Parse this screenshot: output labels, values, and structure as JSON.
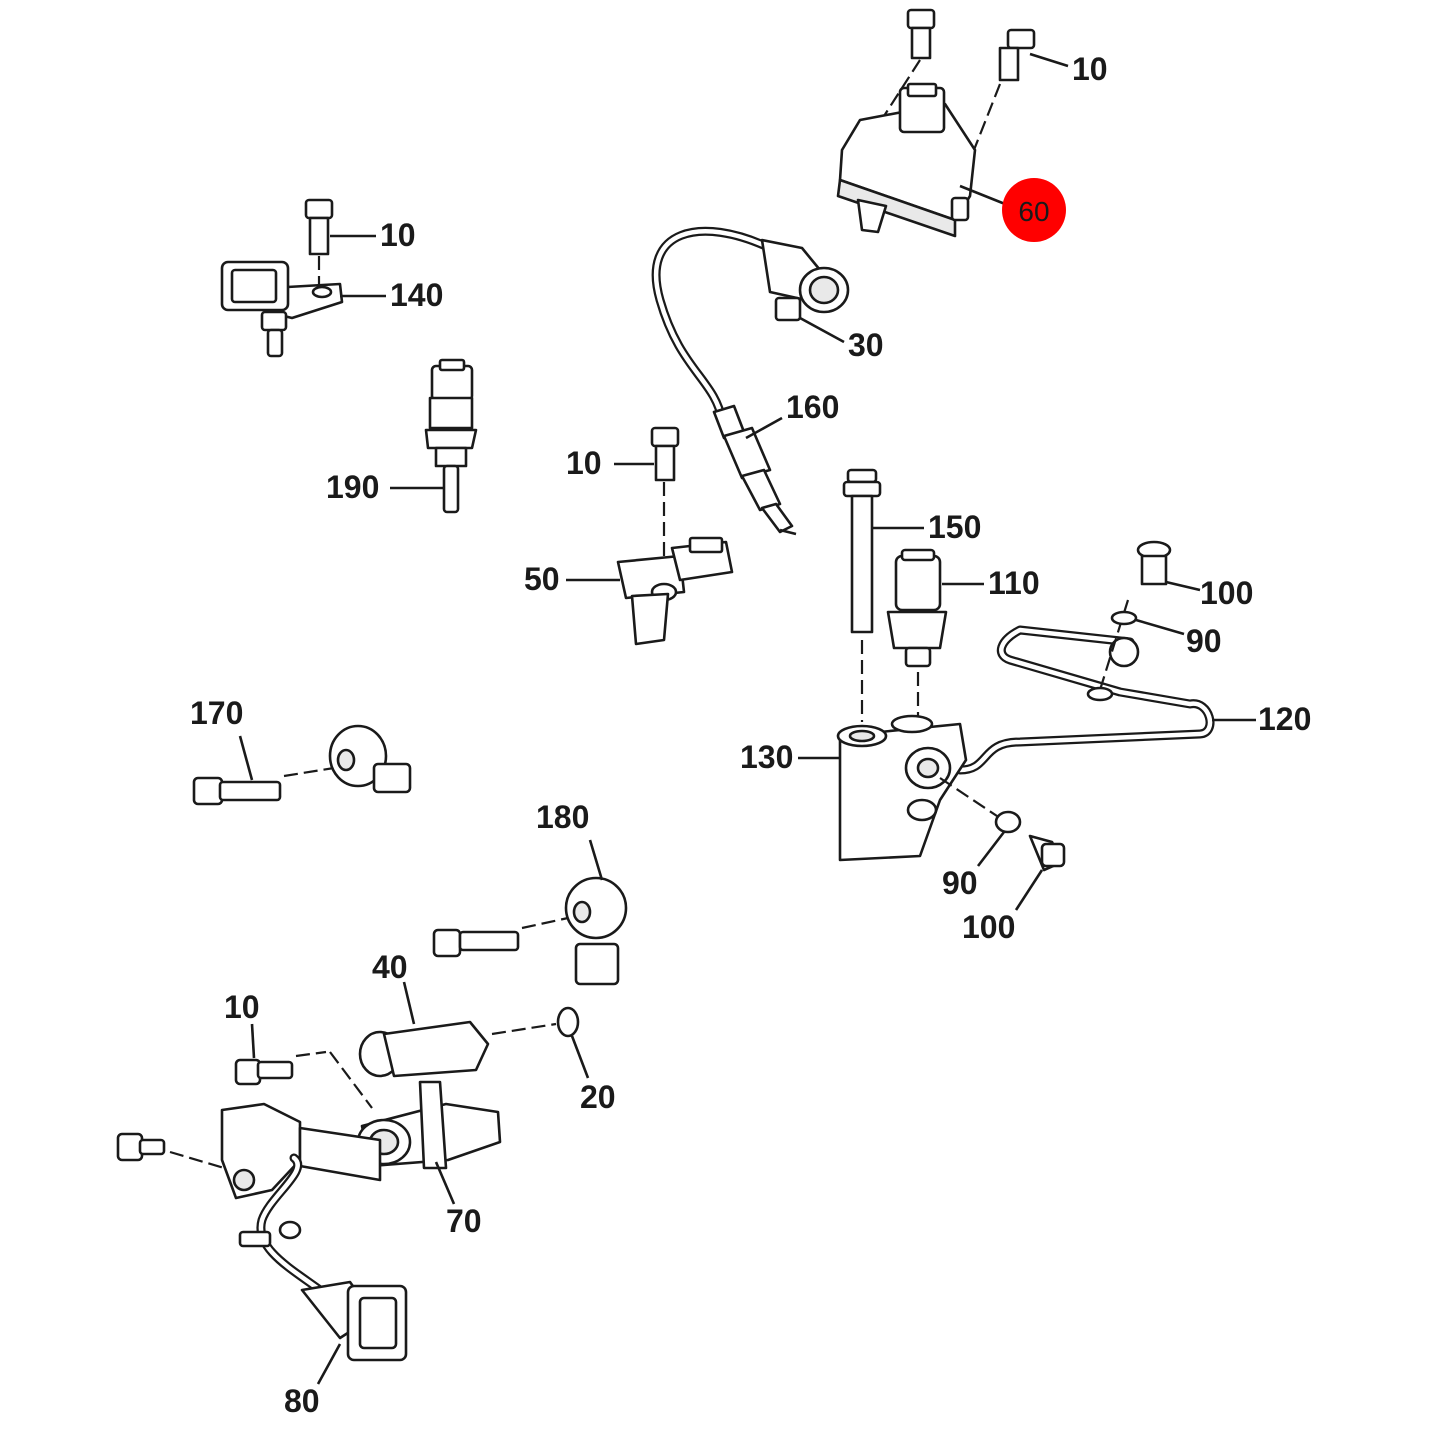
{
  "highlight_color": "#ff0000",
  "callouts": {
    "c10_top": "10",
    "c60": "60",
    "c10_140": "10",
    "c140": "140",
    "c30": "30",
    "c190": "190",
    "c160": "160",
    "c10_50": "10",
    "c50": "50",
    "c150": "150",
    "c110": "110",
    "c100_top": "100",
    "c90_top": "90",
    "c120": "120",
    "c130": "130",
    "c170": "170",
    "c90_bot": "90",
    "c100_bot": "100",
    "c180": "180",
    "c40": "40",
    "c10_40": "10",
    "c20": "20",
    "c70": "70",
    "c80": "80"
  }
}
